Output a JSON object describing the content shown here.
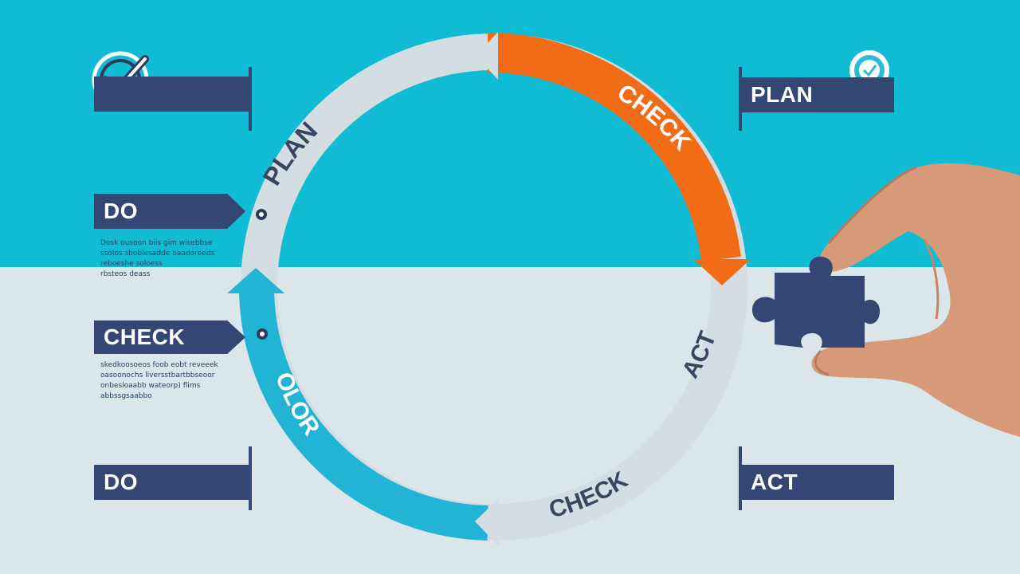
{
  "colors": {
    "cyan_bg": "#10bcd4",
    "light_bg": "#dbe6ea",
    "navy": "#344673",
    "orange": "#f26b16",
    "cyan_arrow": "#22b4d4",
    "ring_gray": "#d3dde2",
    "cycle_text": "#3a4660"
  },
  "cycle_labels": {
    "plan": "PLAN",
    "check_top": "CHECK",
    "act": "ACT",
    "check_bottom": "CHECK",
    "do": "OLOR"
  },
  "left_panels": {
    "top_bar": "",
    "do_tag": "DO",
    "do_desc": "Dosk ousoon biis gim wisebbse\nssolos sboblesadde baadoreeds\nreboeshe soloess\nrbsteos deass",
    "check_tag": "CHECK",
    "check_desc": "skedkoosoeos foob eobt reveeek\noasoonochs liversstbartbbseoor\nonbesloaabb wateorp) flims\nabbssgsaabbo",
    "do_bottom": "DO"
  },
  "right_panels": {
    "plan": "PLAN",
    "act": "ACT"
  },
  "icons": {
    "check_circle": "check-circle-icon",
    "award_ribbon": "award-ribbon-icon",
    "puzzle_piece": "puzzle-piece-icon",
    "hand": "hand-image"
  }
}
